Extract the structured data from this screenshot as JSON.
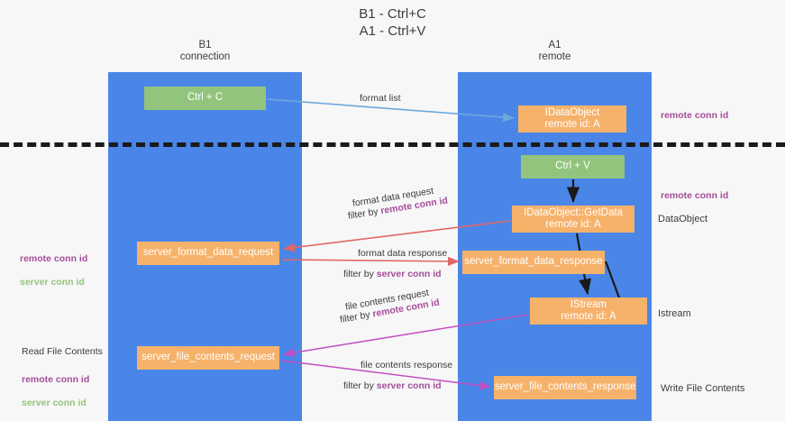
{
  "title": "B1 - Ctrl+C\nA1 - Ctrl+V",
  "colors": {
    "lane": "#4a86e8",
    "green_box": "#93c47d",
    "orange_box": "#f6b26b",
    "remote_conn_id": "#a64d9a",
    "server_conn_id": "#93c47d",
    "arrow_blue": "#6fa8dc",
    "arrow_red": "#e06666",
    "arrow_magenta": "#c14fc1",
    "arrow_black": "#1a1a1a",
    "background": "#f7f7f7"
  },
  "lanes": {
    "left": {
      "name": "B1",
      "sub": "connection",
      "header": "B1\nconnection"
    },
    "right": {
      "name": "A1",
      "sub": "remote",
      "header": "A1\nremote"
    }
  },
  "boxes": {
    "ctrl_c": "Ctrl + C",
    "idataobject": "IDataObject\nremote id: A",
    "ctrl_v": "Ctrl + V",
    "getdata": "IDataObject::GetData\nremote id: A",
    "server_format_data_request": "server_format_data_request",
    "server_format_data_response": "server_format_data_response",
    "istream": "IStream\nremote id: A",
    "server_file_contents_request": "server_file_contents_request",
    "server_file_contents_response": "server_file_contents_response"
  },
  "wire_labels": {
    "format_list": "format list",
    "format_data_request": "format data request",
    "format_data_request_filter_prefix": "filter by ",
    "format_data_request_filter_value": "remote conn id",
    "format_data_response": "format data response",
    "format_data_response_filter_prefix": "filter by ",
    "format_data_response_filter_value": "server conn id",
    "file_contents_request": "file contents request",
    "file_contents_request_filter_prefix": "filter by ",
    "file_contents_request_filter_value": "remote conn id",
    "file_contents_response": "file contents response",
    "file_contents_response_filter_prefix": "filter by ",
    "file_contents_response_filter_value": "server conn id"
  },
  "side_notes": {
    "remote_conn_id_top": "remote conn id",
    "remote_conn_id_mid": "remote conn id",
    "left_ids_remote": "remote conn id",
    "left_ids_server": "server conn id",
    "read_file_contents": "Read File Contents",
    "left_ids2_remote": "remote conn id",
    "left_ids2_server": "server conn id"
  },
  "right_labels": {
    "dataobject": "DataObject",
    "istream": "Istream",
    "write_file_contents": "Write File Contents"
  }
}
